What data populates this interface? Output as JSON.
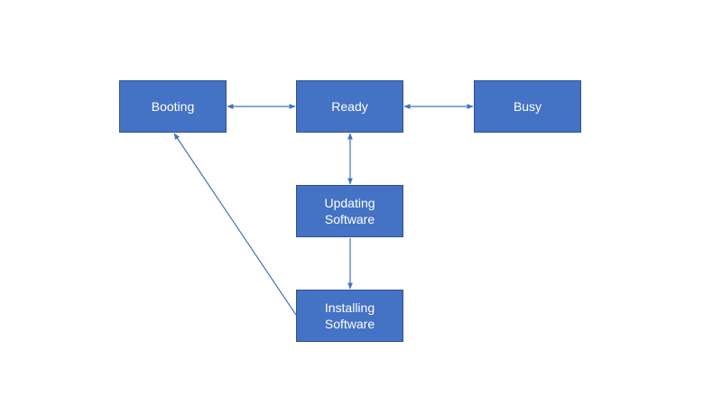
{
  "diagram": {
    "nodes": {
      "booting": "Booting",
      "ready": "Ready",
      "busy": "Busy",
      "updating": "Updating\nSoftware",
      "installing": "Installing\nSoftware"
    },
    "edges": [
      {
        "from": "booting",
        "to": "ready",
        "direction": "both"
      },
      {
        "from": "ready",
        "to": "busy",
        "direction": "both"
      },
      {
        "from": "ready",
        "to": "updating",
        "direction": "both"
      },
      {
        "from": "updating",
        "to": "installing",
        "direction": "forward"
      },
      {
        "from": "installing",
        "to": "booting",
        "direction": "forward"
      }
    ],
    "colors": {
      "node_fill": "#4472c4",
      "node_border": "#2f528f",
      "node_text": "#ffffff",
      "edge": "#4472c4"
    }
  }
}
